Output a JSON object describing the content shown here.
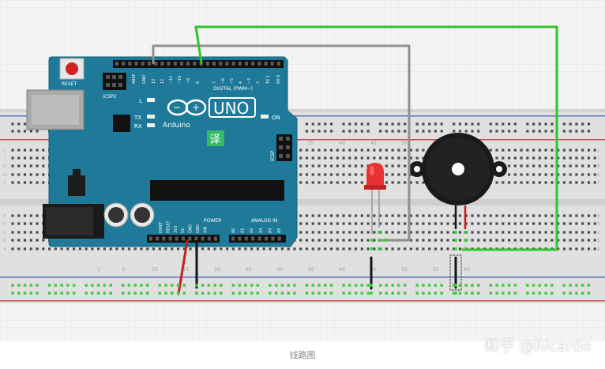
{
  "board": {
    "reset_label": "RESET",
    "icsp2_label": "ICSP2",
    "icsp_label": "ICSP",
    "l_label": "L",
    "tx_label": "TX",
    "rx_label": "RX",
    "on_label": "ON",
    "uno_label": "UNO",
    "brand_label": "Arduino",
    "translate_badge": "译",
    "digital_label": "DIGITAL (PWM~)",
    "power_label": "POWER",
    "analog_label": "ANALOG IN",
    "top_pins": [
      "AREF",
      "GND",
      "13",
      "12",
      "~11",
      "~10",
      "~9",
      "8",
      "7",
      "~6",
      "~5",
      "4",
      "~3",
      "2",
      "TX 1",
      "RX 0"
    ],
    "power_pins": [
      "IOREF",
      "RESET",
      "3V3",
      "5V",
      "GND",
      "GND",
      "VIN"
    ],
    "analog_pins": [
      "A0",
      "A1",
      "A2",
      "A3",
      "A4",
      "A5"
    ]
  },
  "breadboard": {
    "numbers": [
      "1",
      "5",
      "10",
      "15",
      "20",
      "25",
      "30",
      "35",
      "40",
      "45",
      "50",
      "55",
      "60"
    ],
    "row_letters": [
      "J",
      "I",
      "H",
      "G",
      "F",
      "E",
      "D",
      "C",
      "B",
      "A"
    ]
  },
  "colors": {
    "board": "#1f7a99",
    "wire_green": "#2ec52e",
    "wire_gray": "#9a9a9a",
    "wire_red": "#c81e1e",
    "wire_black": "#151515",
    "led": "#e83232",
    "buzzer": "#1a1a1a"
  },
  "caption": "线路图",
  "watermark": "知乎 @Ricardo"
}
